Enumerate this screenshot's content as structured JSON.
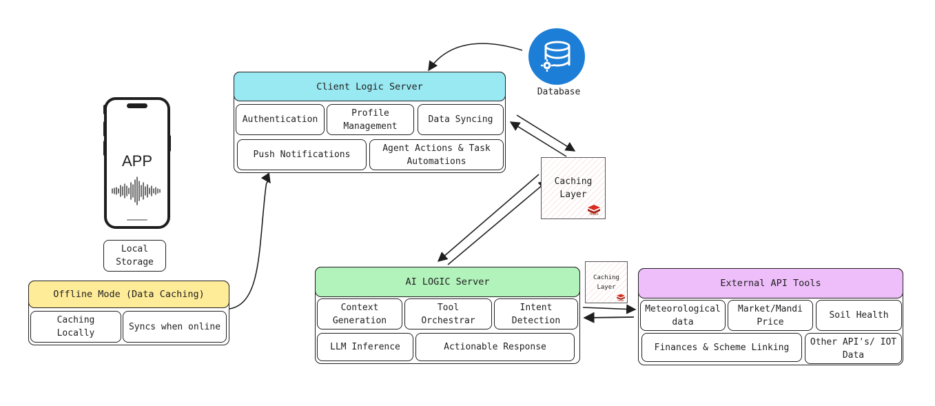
{
  "client_server": {
    "title": "Client Logic Server",
    "modules": [
      "Authentication",
      "Profile\nManagement",
      "Data Syncing",
      "Push Notifications",
      "Agent Actions & Task\nAutomations"
    ],
    "header_color": "#99e9f2"
  },
  "database": {
    "label": "Database",
    "color": "#1c7ed6",
    "icon": "database-gear-icon"
  },
  "caching_layer": {
    "label": "Caching\nLayer",
    "badge": "redis",
    "icon": "redis-icon"
  },
  "caching_layer_small": {
    "label": "Caching\nLayer",
    "badge": "redis",
    "icon": "redis-icon"
  },
  "phone": {
    "app_label": "APP",
    "icon": "audio-waveform-icon"
  },
  "local_storage": {
    "label": "Local\nStorage"
  },
  "offline_mode": {
    "title": "Offline Mode (Data Caching)",
    "modules": [
      "Caching\nLocally",
      "Syncs when online"
    ],
    "header_color": "#ffec99"
  },
  "ai_server": {
    "title": "AI LOGIC Server",
    "modules": [
      "Context\nGeneration",
      "Tool\nOrchestrar",
      "Intent\nDetection",
      "LLM Inference",
      "Actionable Response"
    ],
    "header_color": "#b2f2bb"
  },
  "external_api": {
    "title": "External API Tools",
    "modules": [
      "Meteorological\ndata",
      "Market/Mandi\nPrice",
      "Soil Health",
      "Finances & Scheme Linking",
      "Other API's/ IOT\nData"
    ],
    "header_color": "#eebefa"
  }
}
